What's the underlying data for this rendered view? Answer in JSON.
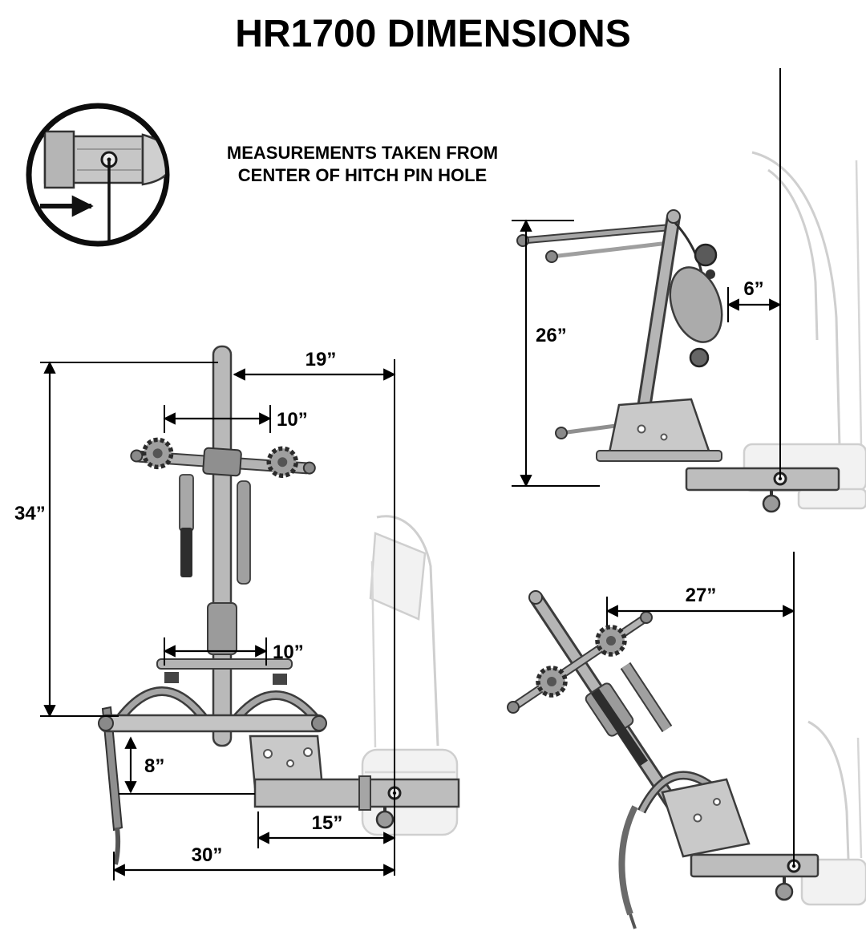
{
  "title": "HR1700 DIMENSIONS",
  "note": {
    "line1": "MEASUREMENTS TAKEN FROM",
    "line2": "CENTER OF HITCH PIN HOLE"
  },
  "colors": {
    "ink": "#000000",
    "rack_gray": "#b5b5b5",
    "rack_outline": "#3c3c3c",
    "vehicle_ghost": "#cfcfcf"
  },
  "front_view": {
    "dim_19": "19”",
    "dim_10_upper": "10”",
    "dim_34": "34”",
    "dim_10_lower": "10”",
    "dim_8": "8”",
    "dim_15": "15”",
    "dim_30": "30”"
  },
  "side_view": {
    "dim_26": "26”",
    "dim_6": "6”"
  },
  "tilt_view": {
    "dim_27": "27”"
  }
}
